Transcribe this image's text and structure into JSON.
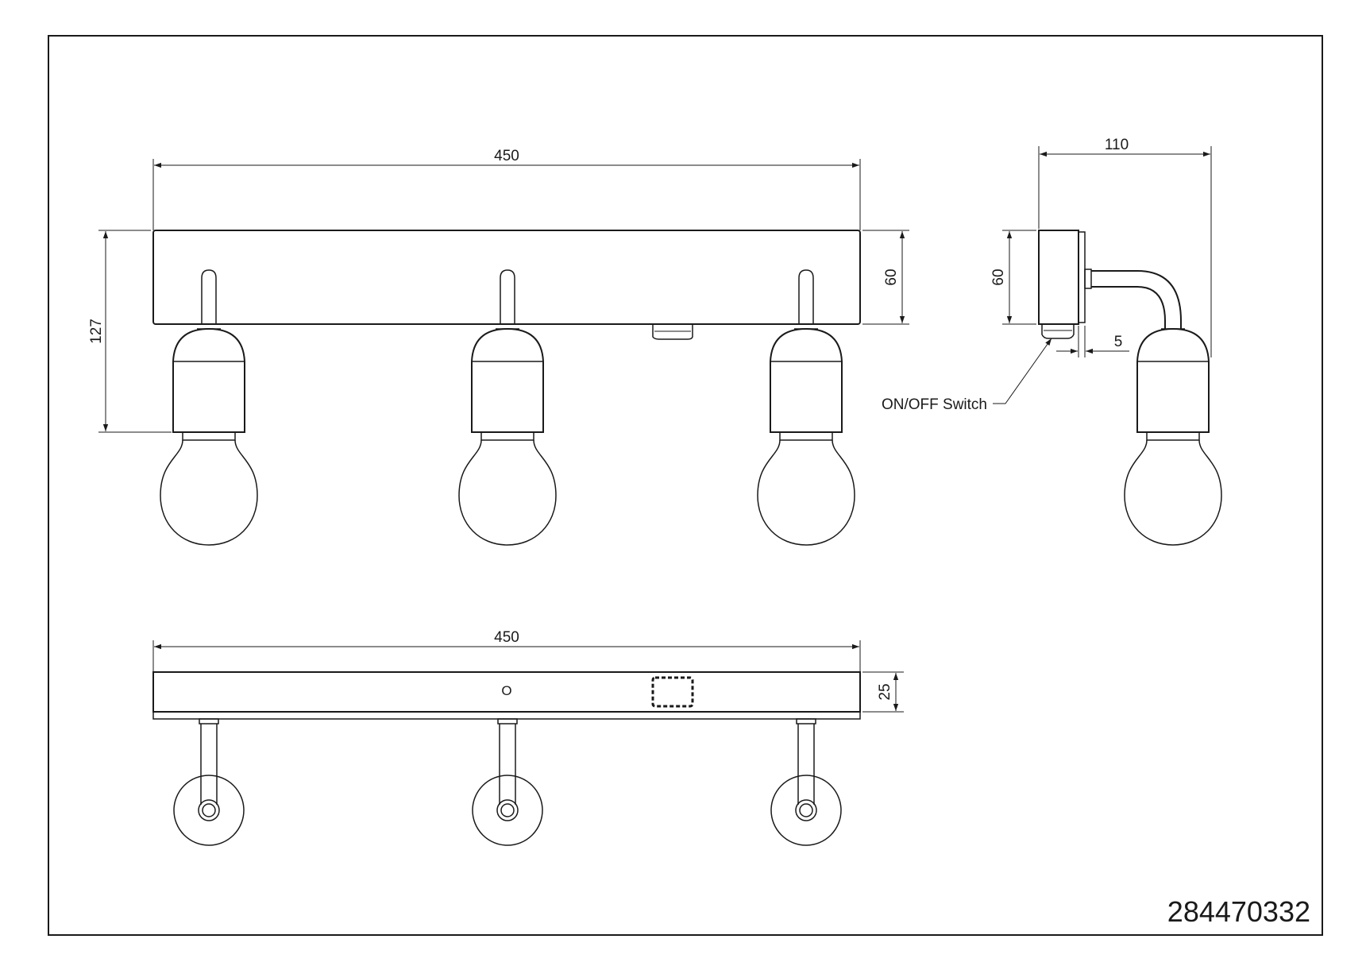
{
  "drawing": {
    "article_number": "284470332",
    "front_view": {
      "width_label": "450",
      "base_height_label": "60",
      "total_height_label": "127"
    },
    "side_view": {
      "depth_label": "110",
      "base_height_label": "60",
      "switch_offset_label": "5",
      "switch_callout": "ON/OFF Switch"
    },
    "top_view": {
      "width_label": "450",
      "depth_label": "25",
      "switch_mark": "O"
    }
  }
}
